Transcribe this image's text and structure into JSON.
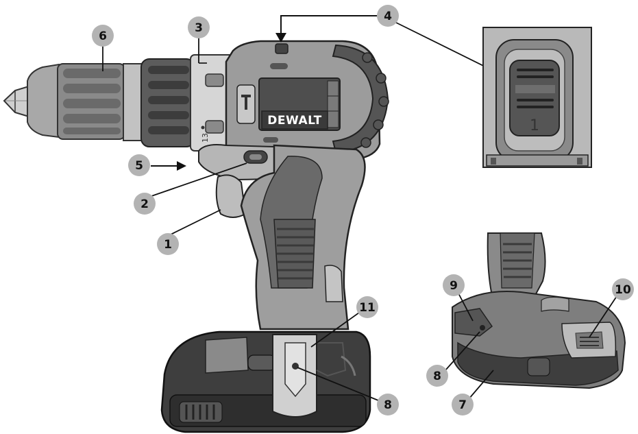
{
  "diagram": {
    "brand": "DEWALT",
    "chuck_marking": "13",
    "switch_marking": "1",
    "callouts": [
      {
        "id": "c1",
        "label": "1"
      },
      {
        "id": "c2",
        "label": "2"
      },
      {
        "id": "c3",
        "label": "3"
      },
      {
        "id": "c4",
        "label": "4"
      },
      {
        "id": "c5",
        "label": "5"
      },
      {
        "id": "c6",
        "label": "6"
      },
      {
        "id": "c7",
        "label": "7"
      },
      {
        "id": "c8a",
        "label": "8"
      },
      {
        "id": "c8b",
        "label": "8"
      },
      {
        "id": "c9",
        "label": "9"
      },
      {
        "id": "c10",
        "label": "10"
      },
      {
        "id": "c11",
        "label": "11"
      }
    ],
    "colors": {
      "body_dark": "#4a4a4a",
      "body_mid": "#8c8c8c",
      "body_light": "#bdbdbd",
      "body_lighter": "#d9d9d9",
      "callout_fill": "#b3b3b3",
      "brand_bg": "#3a3a3a"
    }
  }
}
